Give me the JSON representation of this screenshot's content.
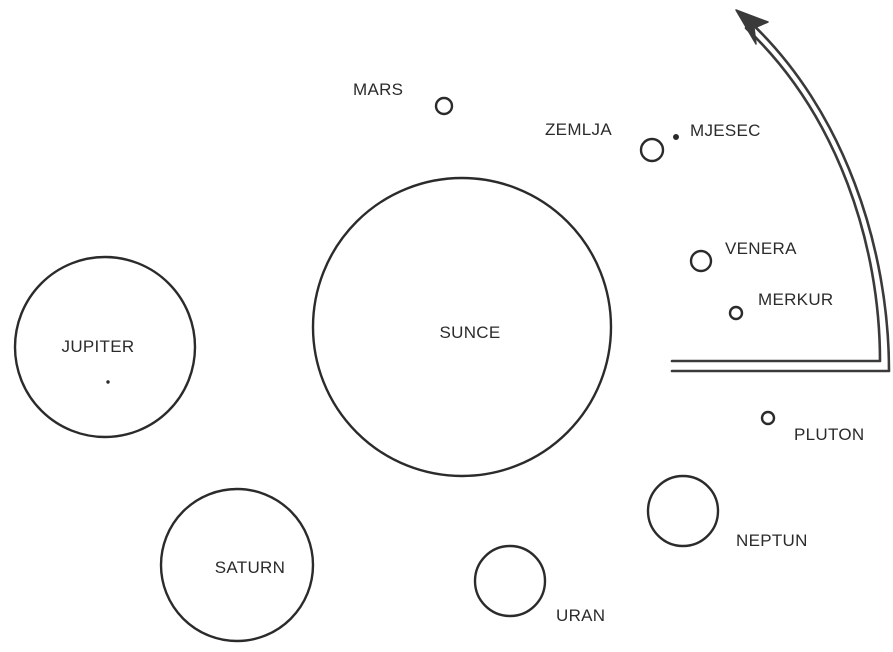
{
  "diagram": {
    "bodies": {
      "sun": {
        "label": "SUNCE"
      },
      "mercury": {
        "label": "MERKUR"
      },
      "venus": {
        "label": "VENERA"
      },
      "earth": {
        "label": "ZEMLJA"
      },
      "moon": {
        "label": "MJESEC"
      },
      "mars": {
        "label": "MARS"
      },
      "jupiter": {
        "label": "JUPITER"
      },
      "saturn": {
        "label": "SATURN"
      },
      "uranus": {
        "label": "URAN"
      },
      "neptune": {
        "label": "NEPTUN"
      },
      "pluto": {
        "label": "PLUTON"
      }
    },
    "colors": {
      "ink": "#2b2b2b",
      "background": "#ffffff"
    }
  }
}
